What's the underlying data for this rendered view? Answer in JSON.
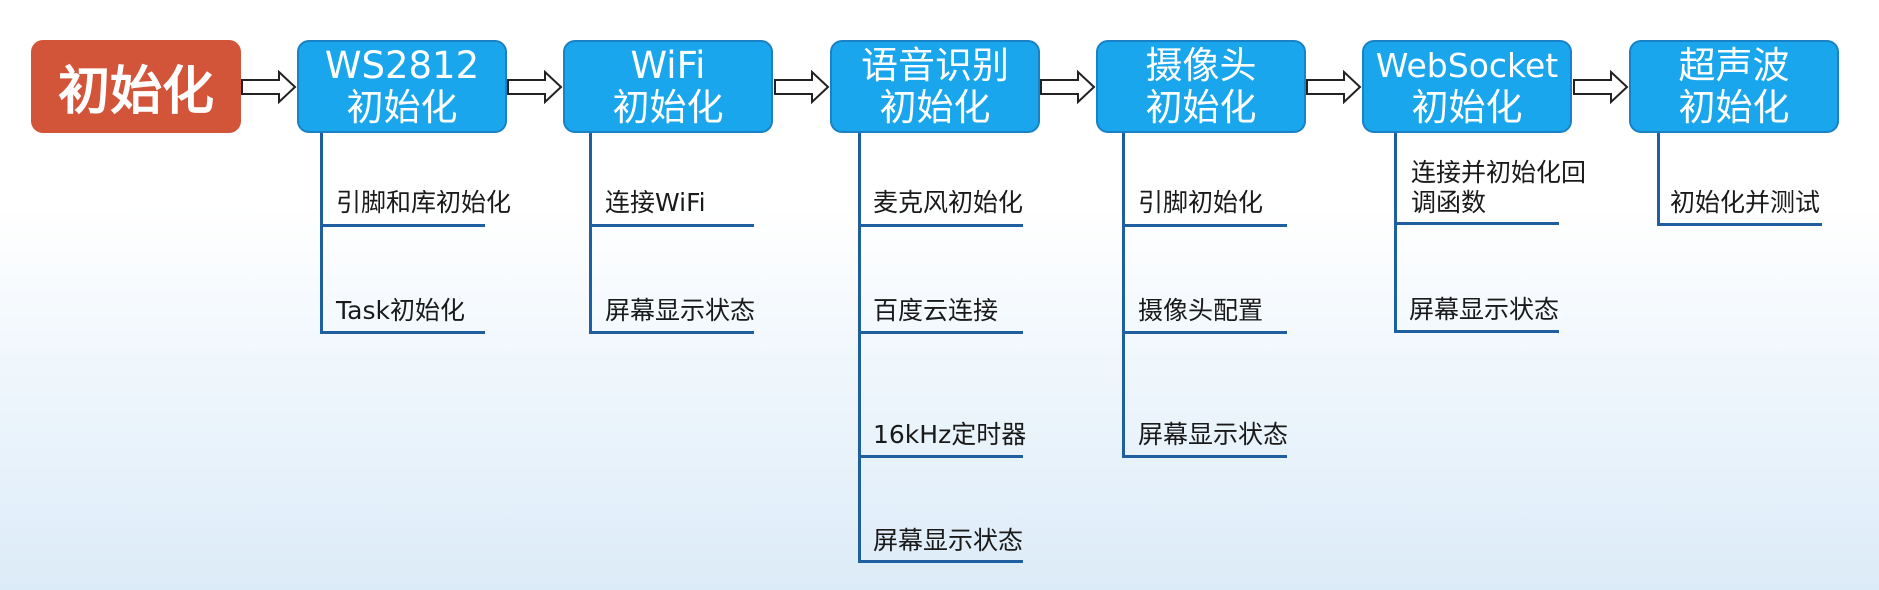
{
  "start": {
    "label": "初始化"
  },
  "steps": [
    {
      "line1": "WS2812",
      "line2": "初始化",
      "items": [
        "引脚和库初始化",
        "Task初始化"
      ]
    },
    {
      "line1": "WiFi",
      "line2": "初始化",
      "items": [
        "连接WiFi",
        "屏幕显示状态"
      ]
    },
    {
      "line1": "语音识别",
      "line2": "初始化",
      "items": [
        "麦克风初始化",
        "百度云连接",
        "16kHz定时器",
        "屏幕显示状态"
      ]
    },
    {
      "line1": "摄像头",
      "line2": "初始化",
      "items": [
        "引脚初始化",
        "摄像头配置",
        "屏幕显示状态"
      ]
    },
    {
      "line1": "WebSocket",
      "line2": "初始化",
      "items": [
        "连接并初始化回调函数",
        "屏幕显示状态"
      ]
    },
    {
      "line1": "超声波",
      "line2": "初始化",
      "items": [
        "初始化并测试"
      ]
    }
  ],
  "colors": {
    "start": "#d2553a",
    "step": "#1aa6ec",
    "line": "#1f5fa0"
  }
}
